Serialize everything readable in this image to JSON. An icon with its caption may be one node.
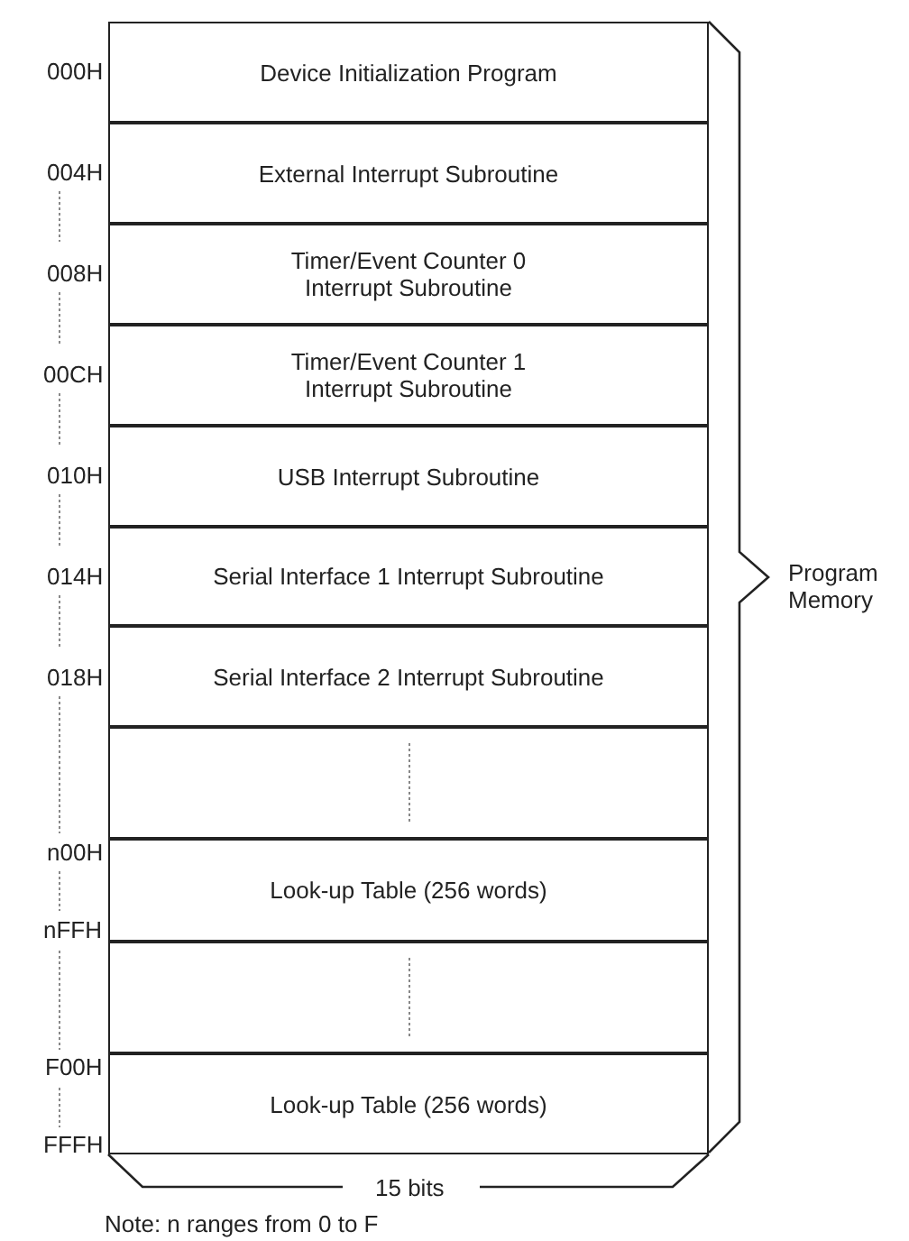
{
  "diagram": {
    "nodes": [
      {
        "text": [
          "Device Initialization Program"
        ]
      },
      {
        "text": [
          "External Interrupt Subroutine"
        ]
      },
      {
        "text": [
          "Timer/Event Counter 0 Interrupt Subroutine"
        ]
      },
      {
        "text": [
          "Timer/Event Counter 1 Interrupt Subroutine"
        ]
      },
      {
        "text": [
          "USB Interrupt Subroutine"
        ]
      },
      {
        "text": [
          "Serial Interface 1 Interrupt Subroutine"
        ]
      },
      {
        "text": [
          "Serial Interface 2 Interrupt Subroutine"
        ]
      },
      {
        "text": [],
        "shape": "box"
      },
      {
        "text": [
          "Look-up Table (256 words)"
        ]
      },
      {
        "text": [],
        "shape": "box"
      },
      {
        "text": [
          "Look-up Table (256 words)"
        ]
      }
    ],
    "labels": [
      "000H",
      "004H",
      "008H",
      "00CH",
      "010H",
      "014H",
      "018H",
      "n00H",
      "nFFH",
      "F00H",
      "FFFH",
      "Program Memory",
      "15 bits",
      "Note: n ranges from 0 to F"
    ]
  }
}
